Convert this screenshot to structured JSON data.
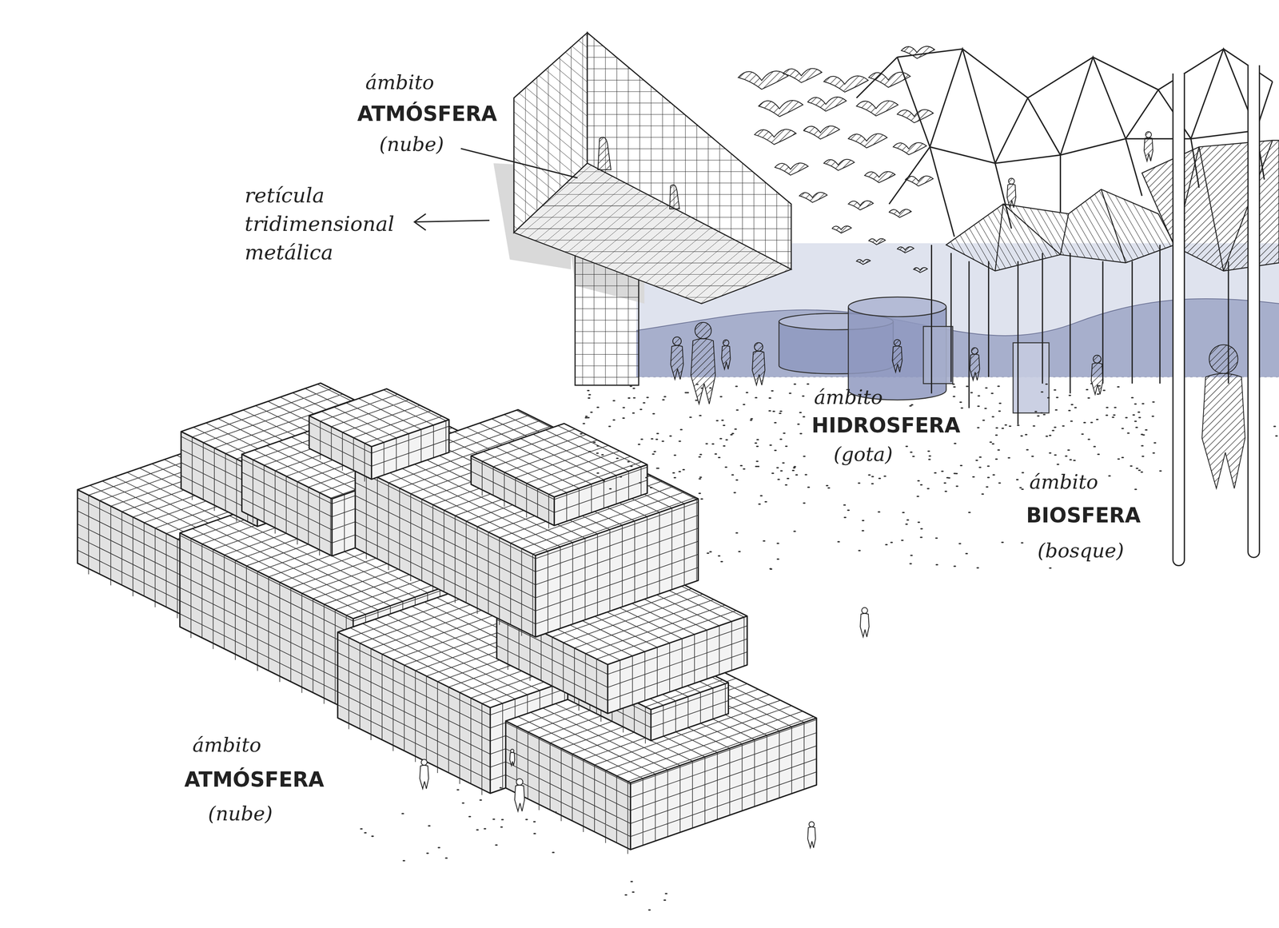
{
  "diagram": {
    "labels": [
      "ámbito",
      "ATMÓSFERA",
      "(nube)",
      "retícula tridimensional metálica",
      "ámbito",
      "HIDROSFERA",
      "(gota)",
      "ámbito",
      "BIOSFERA",
      "(bosque)",
      "ámbito",
      "ATMÓSFERA",
      "(nube)"
    ]
  }
}
